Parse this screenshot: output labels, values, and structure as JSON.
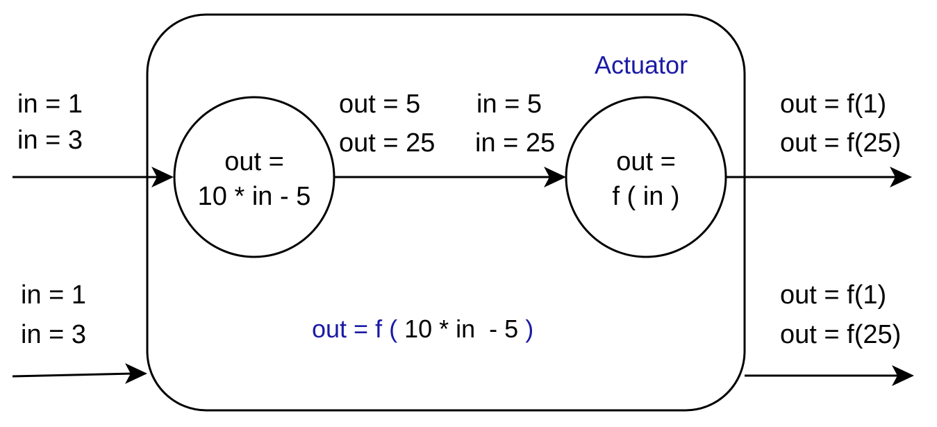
{
  "actuator": {
    "title": "Actuator",
    "formula_prefix": "out = f (",
    "formula_body": " 10 * in  - 5 ",
    "formula_suffix": ")"
  },
  "left_node": {
    "line1": "out =",
    "line2": "10 * in - 5"
  },
  "right_node": {
    "line1": "out =",
    "line2": "f ( in )"
  },
  "top_input": {
    "line1": "in = 1",
    "line2": "in = 3"
  },
  "middle_out": {
    "line1": "out = 5",
    "line2": "out = 25"
  },
  "middle_in": {
    "line1": "in = 5",
    "line2": "in = 25"
  },
  "top_output": {
    "line1": "out = f(1)",
    "line2": "out = f(25)"
  },
  "bottom_input": {
    "line1": "in = 1",
    "line2": "in = 3"
  },
  "bottom_output": {
    "line1": "out = f(1)",
    "line2": "out = f(25)"
  },
  "colors": {
    "ink": "#000000",
    "accent": "#1a1aa6",
    "background": "#ffffff"
  }
}
